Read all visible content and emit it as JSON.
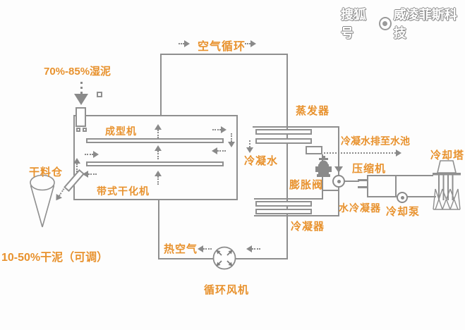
{
  "watermark": {
    "prefix": "搜狐号",
    "brand": "威凌菲斯科技"
  },
  "labels": {
    "air_circulation": "空气循环",
    "wet_sludge": "70%-85%湿泥",
    "forming_machine": "成型机",
    "belt_dryer": "带式干化机",
    "dry_silo": "干料仓",
    "dry_sludge": "10-50%干泥（可调）",
    "evaporator": "蒸发器",
    "condensate": "冷凝水",
    "condensate_drain": "冷凝水排至水池",
    "compressor": "压缩机",
    "expansion_valve": "膨胀阀",
    "water_condenser": "水冷凝器",
    "cooling_pump": "冷却泵",
    "cooling_tower": "冷却塔",
    "condenser": "冷凝器",
    "hot_air": "热空气",
    "circulation_fan": "循环风机"
  },
  "colors": {
    "accent": "#E8922E",
    "line": "#8F8F8F",
    "arrow": "#8a8a8a"
  }
}
